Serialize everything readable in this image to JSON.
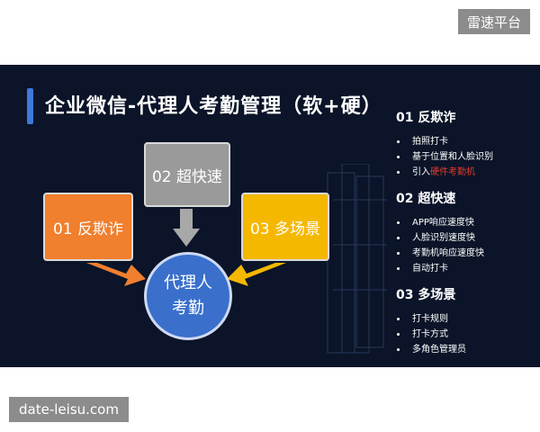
{
  "watermarks": {
    "top": "雷速平台",
    "bottom": "date-leisu.com"
  },
  "slide": {
    "title": "企业微信-代理人考勤管理（软+硬）",
    "boxes": {
      "fraud": "01 反欺诈",
      "fast": "02 超快速",
      "multi": "03 多场景"
    },
    "center": {
      "line1": "代理人",
      "line2": "考勤"
    },
    "sections": [
      {
        "title": "01  反欺诈",
        "items": [
          {
            "text": "拍照打卡"
          },
          {
            "text": "基于位置和人脸识别"
          },
          {
            "text": "引入",
            "highlight": "硬件考勤机"
          }
        ]
      },
      {
        "title": "02   超快速",
        "items": [
          {
            "text": "APP响应速度快"
          },
          {
            "text": "人脸识别速度快"
          },
          {
            "text": "考勤机响应速度快"
          },
          {
            "text": "自动打卡"
          }
        ]
      },
      {
        "title": "03 多场景",
        "items": [
          {
            "text": "打卡规则"
          },
          {
            "text": "打卡方式"
          },
          {
            "text": "多角色管理员"
          }
        ]
      }
    ],
    "colors": {
      "background": "#0b1428",
      "accent_blue": "#3a6fcb",
      "orange": "#f07f2e",
      "gray": "#9a9a9a",
      "yellow": "#f5b800",
      "highlight_red": "#e23b2e"
    }
  }
}
